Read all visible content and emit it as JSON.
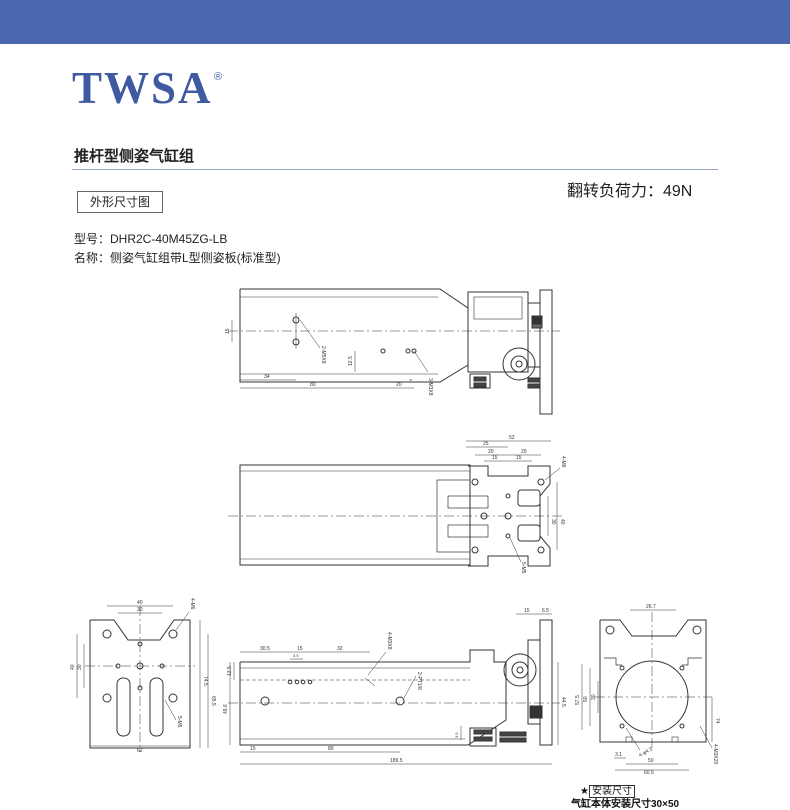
{
  "header": {
    "brand": "TWSA",
    "registered": "®"
  },
  "section": {
    "title": "推杆型侧姿气缸组"
  },
  "outline_label": "外形尺寸图",
  "load_text": "翻转负荷力：49N",
  "model_line": "型号：DHR2C-40M45ZG-LB",
  "name_line": "名称：侧姿气缸组带L型侧姿板(标准型)",
  "drawing": {
    "top_view": {
      "d15": "15",
      "thread1": "2-M5X8",
      "d12_5": "12.5",
      "d34": "34",
      "d80": "80",
      "d20": "20",
      "d6": "6",
      "thread2": "3-M3X8"
    },
    "mid_view": {
      "d52": "52",
      "d25": "25",
      "d20a": "20",
      "d20b": "20",
      "d15a": "15",
      "d15b": "15",
      "thread": "4-M6",
      "d40": "40",
      "d30": "30",
      "thread2": "5-M5"
    },
    "left_view": {
      "d40": "40",
      "d30": "30",
      "thread": "4-M6",
      "d30v": "30",
      "d40v": "40",
      "d74_5": "74.5",
      "d65_5": "65.5",
      "d62": "62",
      "thread2": "5-M5"
    },
    "front_view": {
      "d15": "15",
      "d6_5": "6.5",
      "d30_5": "30.5",
      "d15b": "15",
      "d32": "32",
      "d3_5": "3.5",
      "thread": "4-M3X8",
      "d12_5": "12.5",
      "port": "2-PT1/8",
      "d49_6": "49.6",
      "d44_5": "44.5",
      "d15c": "15",
      "d80": "80",
      "d189_5": "189.5",
      "d3_5v": "3.5"
    },
    "right_view": {
      "d26_7": "26.7",
      "d30": "30",
      "d50": "50",
      "d57_5": "57.5",
      "d74": "74",
      "d3_1": "3.1",
      "d50h": "50",
      "d60_5": "60.5",
      "hole": "4-φ4.3",
      "thread": "4-M3X20"
    }
  },
  "install": {
    "star": "★",
    "label": "安装尺寸",
    "desc": "气缸本体安装尺寸30×50"
  }
}
